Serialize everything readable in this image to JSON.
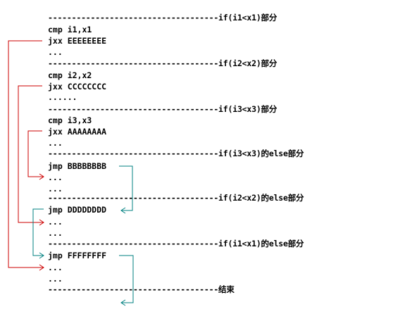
{
  "lines": {
    "sep1": "------------------------------------if(i1<x1)部分",
    "cmp1": "cmp i1,x1",
    "jxx1": "jxx EEEEEEEE",
    "dots1": "...",
    "sep2": "------------------------------------if(i2<x2)部分",
    "cmp2": "cmp i2,x2",
    "jxx2": "jxx CCCCCCCC",
    "dots2": "......",
    "sep3": "------------------------------------if(i3<x3)部分",
    "cmp3": "cmp i3,x3",
    "jxx3": "jxx AAAAAAAA",
    "dots3": "...",
    "sep4": "------------------------------------if(i3<x3)的else部分",
    "jmp1": "jmp BBBBBBBB",
    "dots4a": "...",
    "dots4b": "...",
    "sep5": "------------------------------------if(i2<x2)的else部分",
    "jmp2": "jmp DDDDDDDD",
    "dots5a": "...",
    "dots5b": "...",
    "sep6": "------------------------------------if(i1<x1)的else部分",
    "jmp3": "jmp FFFFFFFF",
    "dots6a": "...",
    "dots6b": "...",
    "sep7": "------------------------------------结束"
  },
  "colors": {
    "conditional_jump_arrow": "#cc0000",
    "unconditional_jump_arrow": "#008080",
    "text": "#000000"
  }
}
